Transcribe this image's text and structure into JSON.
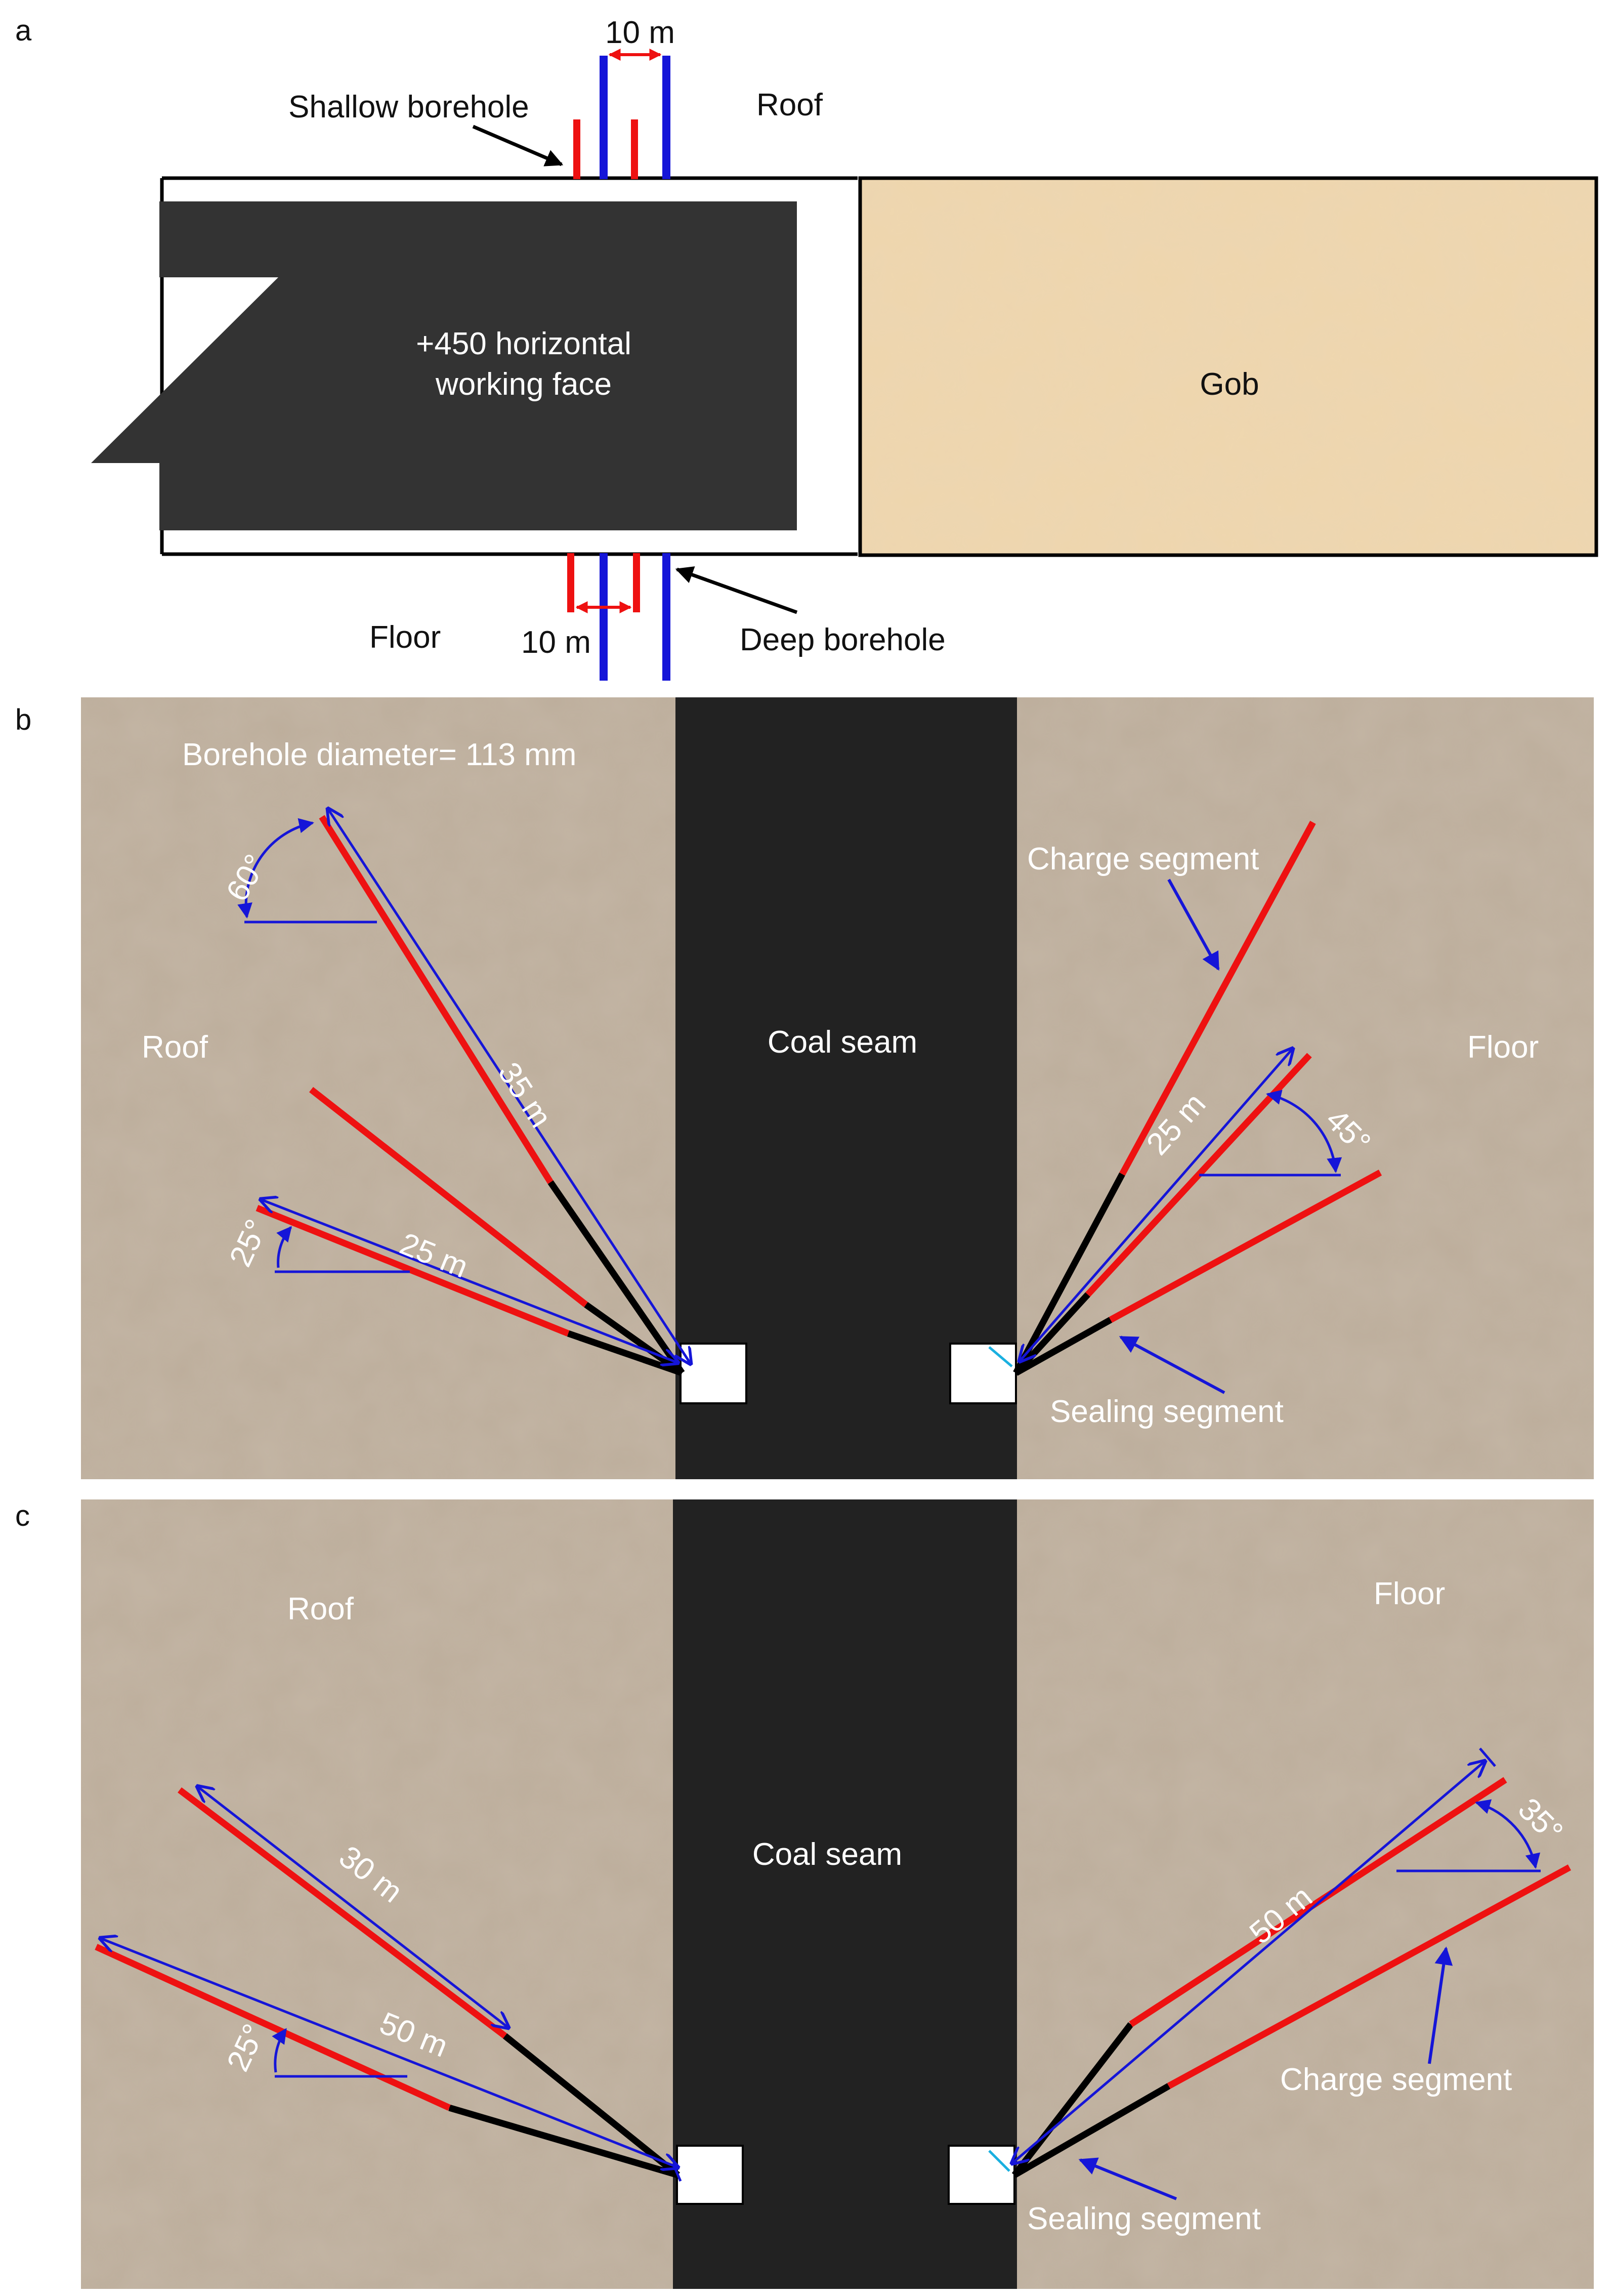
{
  "colors": {
    "charge": "#ee1111",
    "sealing": "#000000",
    "dimension": "#1515d8",
    "sealing_cap": "#1ab0e0",
    "rock": "#bdae9c",
    "coal": "#222222",
    "gob": "#efd6ad",
    "face": "#333333"
  },
  "panel_a": {
    "letter": "a",
    "shallow_label": "Shallow borehole",
    "deep_label": "Deep borehole",
    "roof_label": "Roof",
    "floor_label": "Floor",
    "face_label_line1": "+450 horizontal",
    "face_label_line2": "working face",
    "gob_label": "Gob",
    "spacing_top": "10 m",
    "spacing_bottom": "10 m"
  },
  "panel_b": {
    "letter": "b",
    "diameter_label": "Borehole diameter= 113 mm",
    "roof_label": "Roof",
    "floor_label": "Floor",
    "coal_label": "Coal seam",
    "charge_label": "Charge segment",
    "sealing_label": "Sealing segment",
    "roof_angle_steep": "60°",
    "roof_angle_shallow": "25°",
    "roof_length_steep": "35 m",
    "roof_length_shallow": "25 m",
    "floor_angle": "45°",
    "floor_length": "25 m"
  },
  "panel_c": {
    "letter": "c",
    "roof_label": "Roof",
    "floor_label": "Floor",
    "coal_label": "Coal seam",
    "charge_label": "Charge segment",
    "sealing_label": "Sealing segment",
    "roof_length_upper": "30 m",
    "roof_length_lower": "50 m",
    "roof_angle": "25°",
    "floor_length": "50 m",
    "floor_angle": "35°"
  }
}
